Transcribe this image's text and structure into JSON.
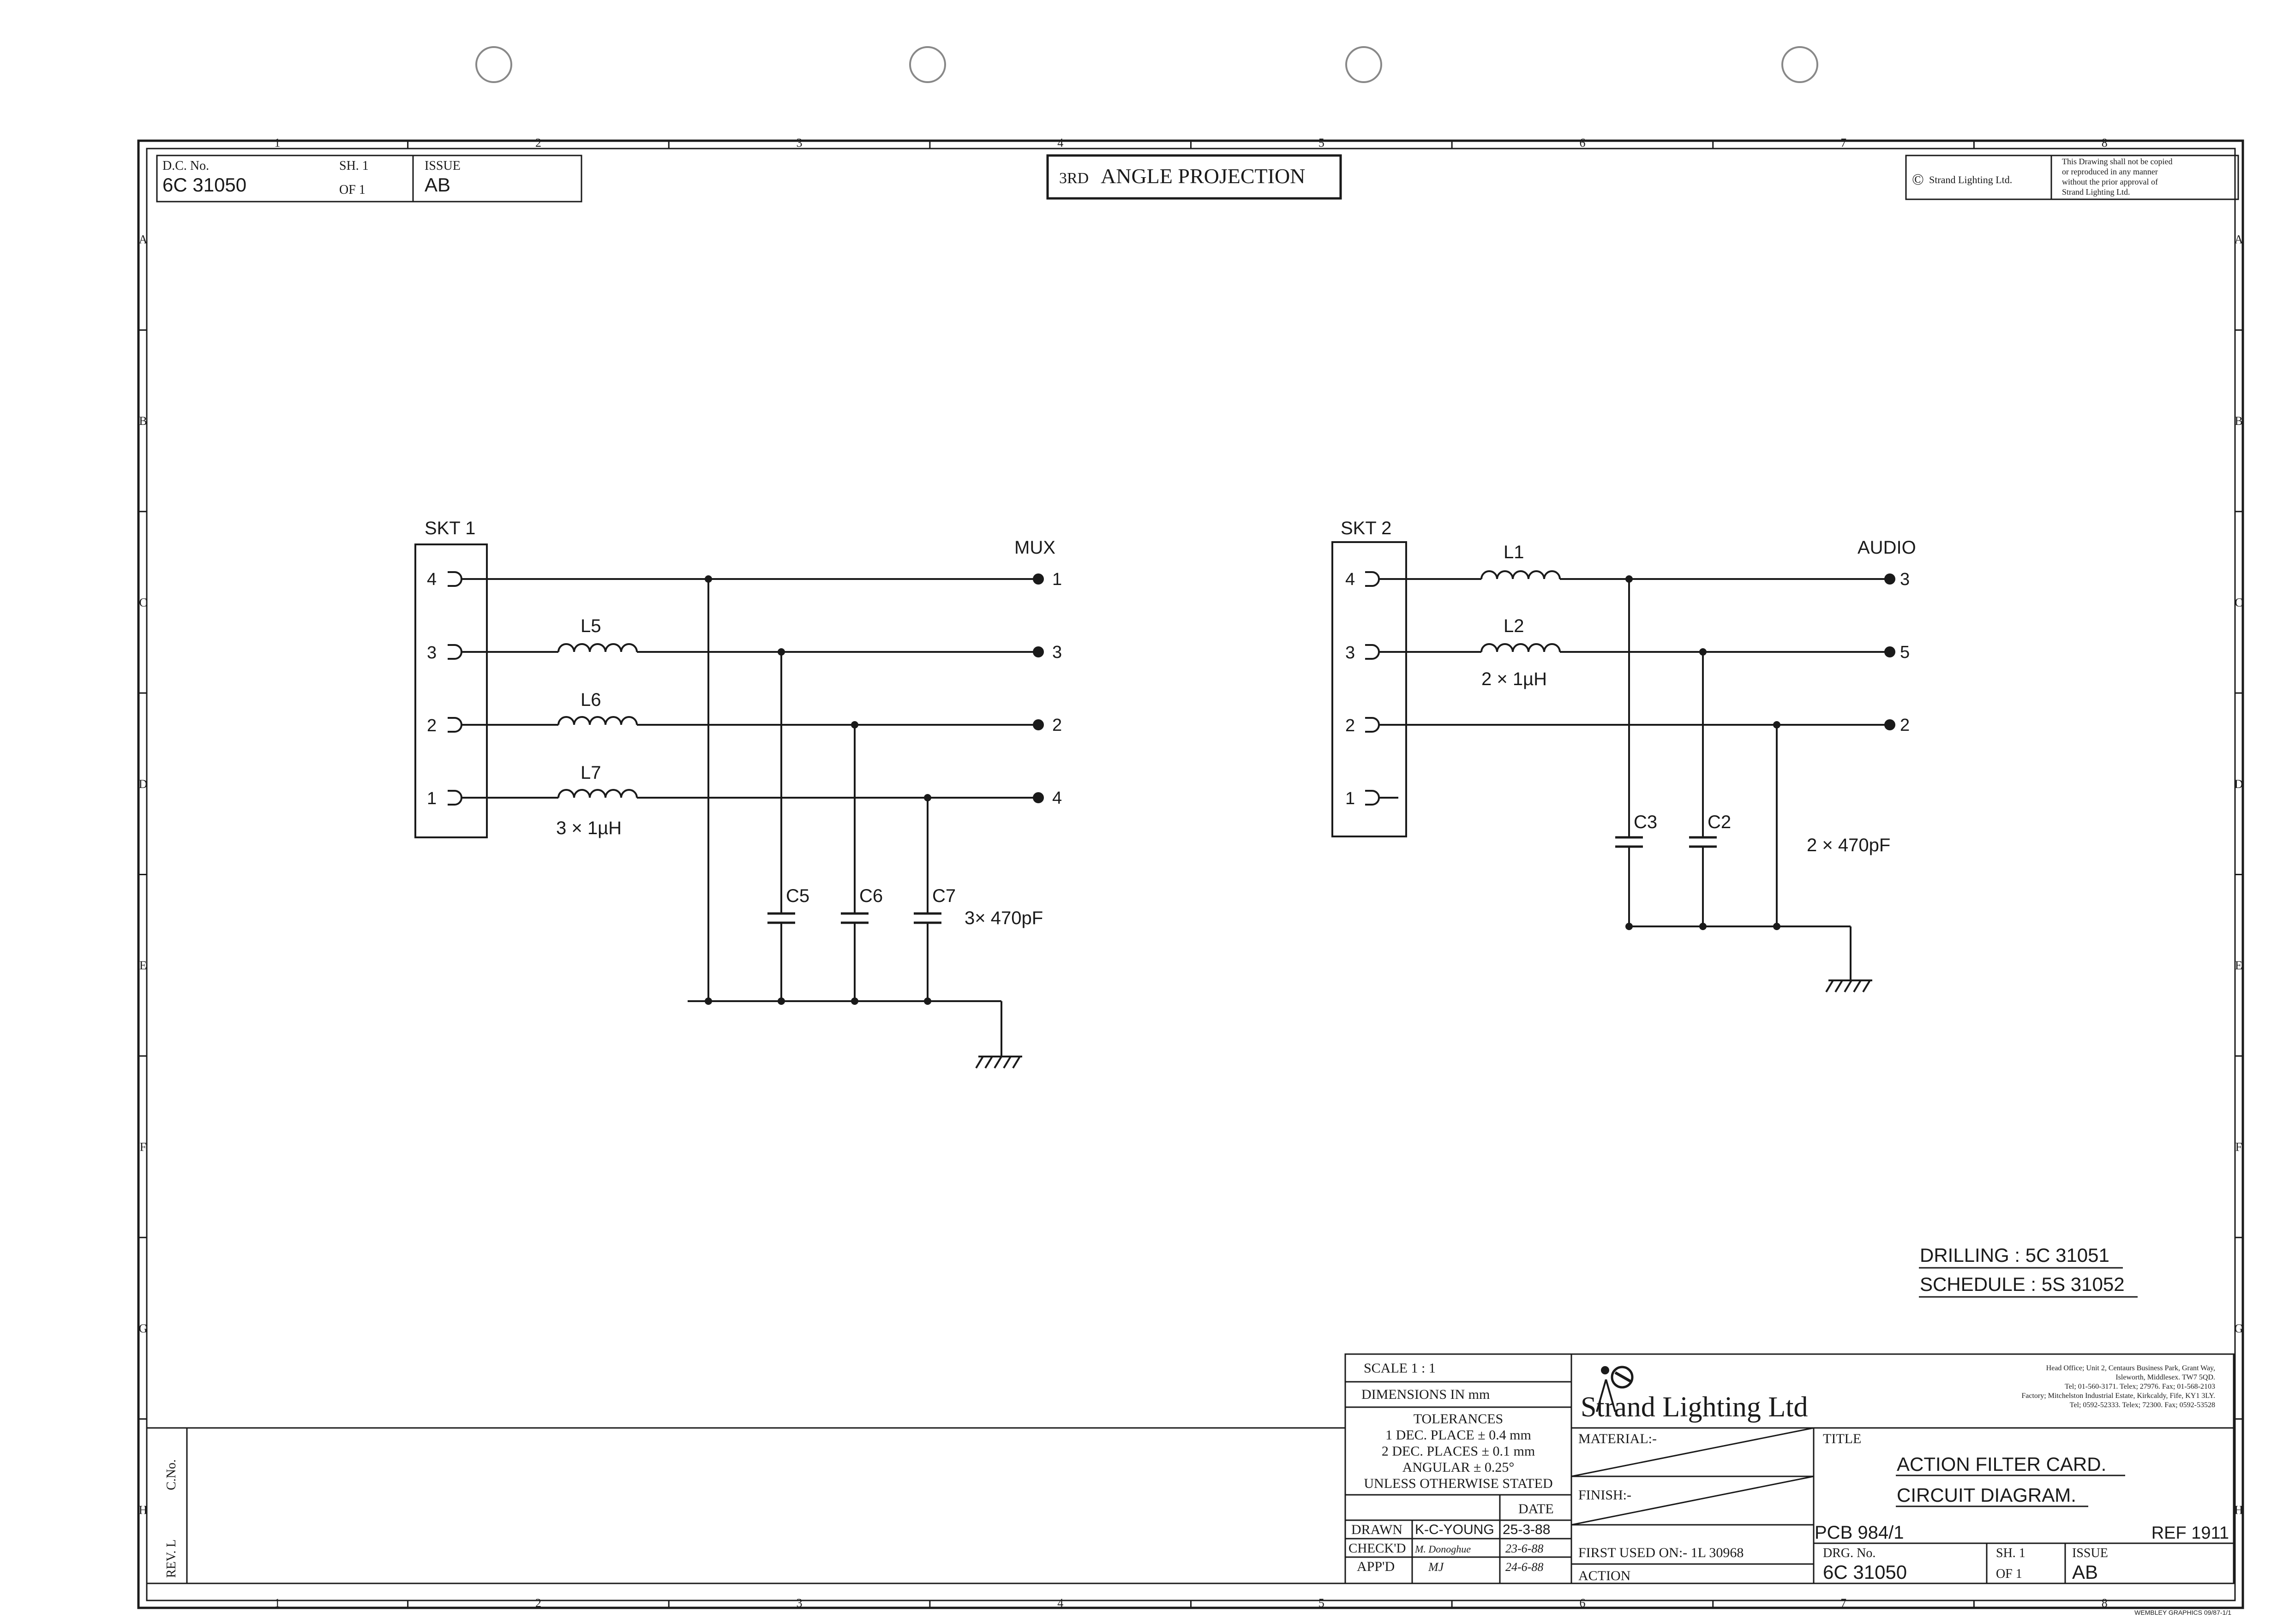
{
  "zones": {
    "columns": [
      "1",
      "2",
      "3",
      "4",
      "5",
      "6",
      "7",
      "8"
    ],
    "rows": [
      "A",
      "B",
      "C",
      "D",
      "E",
      "F",
      "G",
      "H"
    ]
  },
  "header": {
    "doc_no_label": "D.C. No.",
    "doc_no": "6C  31050",
    "sheet_label": "SH. 1",
    "sheet_of": "OF 1",
    "issue_label": "ISSUE",
    "issue": "AB",
    "projection_prefix": "3RD",
    "projection": "ANGLE PROJECTION",
    "copyright_symbol": "©",
    "copyright": "Strand Lighting Ltd.",
    "notice": [
      "This Drawing shall not be copied",
      "or reproduced in any manner",
      "without the prior approval of",
      "Strand Lighting Ltd."
    ]
  },
  "circuit_left": {
    "socket": "SKT 1",
    "output": "MUX",
    "pins": [
      "4",
      "3",
      "2",
      "1"
    ],
    "outputs": [
      "1",
      "3",
      "2",
      "4"
    ],
    "inductors": [
      "L5",
      "L6",
      "L7"
    ],
    "inductor_value": "3 × 1µH",
    "capacitors": [
      "C5",
      "C6",
      "C7"
    ],
    "capacitor_value": "3× 470pF"
  },
  "circuit_right": {
    "socket": "SKT 2",
    "output": "AUDIO",
    "pins": [
      "4",
      "3",
      "2",
      "1"
    ],
    "outputs": [
      "3",
      "5",
      "2"
    ],
    "inductors": [
      "L1",
      "L2"
    ],
    "inductor_value": "2 × 1µH",
    "capacitors": [
      "C3",
      "C2"
    ],
    "capacitor_value": "2 × 470pF"
  },
  "refs": {
    "drilling": "DRILLING : 5C  31051",
    "schedule": "SCHEDULE : 5S  31052"
  },
  "revision": {
    "c_no": "C.No.",
    "rev": "REV. L"
  },
  "title_block": {
    "scale": "SCALE  1 : 1",
    "dimensions": "DIMENSIONS IN mm",
    "tolerances": [
      "TOLERANCES",
      "1 DEC. PLACE ± 0.4 mm",
      "2 DEC. PLACES ± 0.1 mm",
      "ANGULAR ± 0.25°",
      "UNLESS OTHERWISE STATED"
    ],
    "date_header": "DATE",
    "approvals": [
      {
        "role": "DRAWN",
        "name": "K-C-YOUNG",
        "date": "25-3-88"
      },
      {
        "role": "CHECK'D",
        "name": "M. Donoghue",
        "date": "23-6-88"
      },
      {
        "role": "APP'D",
        "name": "MJ",
        "date": "24-6-88"
      }
    ],
    "company": "Strand Lighting Ltd",
    "head_office": [
      "Head Office; Unit 2, Centaurs Business Park, Grant Way,",
      "Isleworth, Middlesex.  TW7 5QD.",
      "Tel; 01-560-3171. Telex; 27976. Fax; 01-568-2103",
      "Factory; Mitchelston Industrial Estate, Kirkcaldy, Fife, KY1 3LY.",
      "Tel; 0592-52333.  Telex; 72300.  Fax; 0592-53528"
    ],
    "material_label": "MATERIAL:-",
    "finish_label": "FINISH:-",
    "first_used": "FIRST USED ON:-  1L 30968",
    "action": "ACTION",
    "title_label": "TITLE",
    "title_line1": "ACTION  FILTER  CARD.",
    "title_line2": "CIRCUIT  DIAGRAM.",
    "pcb": "PCB 984/1",
    "ref": "REF 1911",
    "drg_label": "DRG. No.",
    "drg_no": "6C  31050",
    "sheet_label": "SH. 1",
    "sheet_of": "OF 1",
    "issue_label": "ISSUE",
    "issue": "AB"
  },
  "footer_note": "WEMBLEY GRAPHICS  09/87-1/1"
}
